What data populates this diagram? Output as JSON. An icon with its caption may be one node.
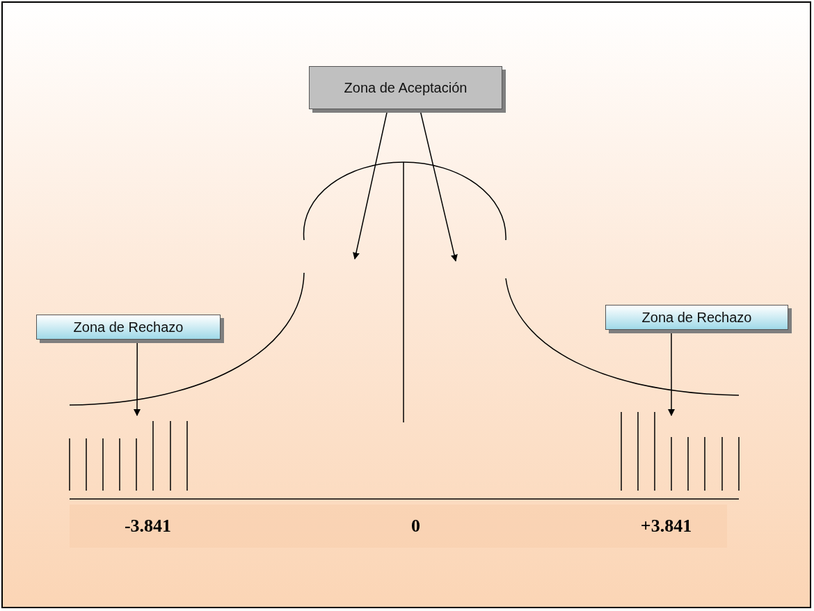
{
  "diagram": {
    "nodes": [
      {
        "text": [
          "Zona de Aceptación"
        ]
      },
      {
        "text": [
          "Zona de Rechazo"
        ]
      },
      {
        "text": [
          "Zona de Rechazo"
        ]
      }
    ],
    "edges": [
      {
        "from": 0,
        "to": null,
        "arrow": "to"
      },
      {
        "from": 0,
        "to": null,
        "arrow": "to"
      },
      {
        "from": 1,
        "to": null,
        "arrow": "to"
      },
      {
        "from": 2,
        "to": null,
        "arrow": "to"
      }
    ],
    "labels": [
      "-3.841",
      "0",
      "+3.841"
    ]
  }
}
